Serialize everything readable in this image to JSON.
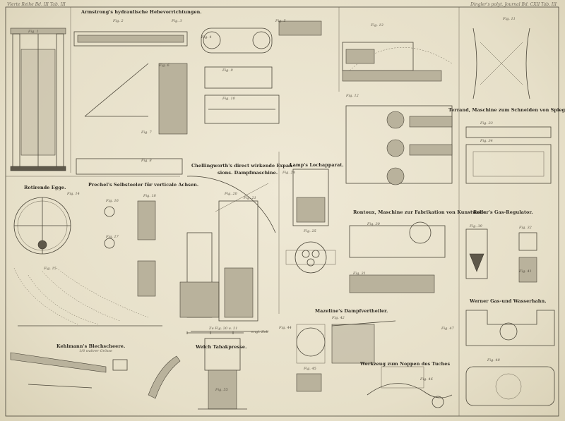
{
  "header": {
    "left": "Vierte Reihe Bd. III Tab. III",
    "right": "Dingler's polyt. Journal Bd. CXII Tab. III"
  },
  "captions": {
    "armstrong": "Armstrong's hydraulische Hebevorrichtungen.",
    "egge": "Rotirende Egge.",
    "prechel": "Prechel's Selbstoeler für verticale Achsen.",
    "chellingworth_1": "Chellingworth's direct wirkende Expan -",
    "chellingworth_2": "sions. Dampfmaschine.",
    "lamp": "Lamp's Lochapparat.",
    "terrand": "Terrand, Maschine zum Schneiden von Spiegelglas.",
    "rontoux": "Rontoux, Maschine zur Fabrikation von Kunstwolle.",
    "roder": "Roder's Gas-Regulator.",
    "werner": "Werner Gas-und Wasserhahn.",
    "mazeline": "Mazeline's Dampfvertheiler.",
    "kehlmann": "Kehlmann's Blechscheere.",
    "welch": "Welch Tabakpresse.",
    "werkzeug": "Werkzeug zum Noppen des Tuches",
    "scale_label": "Zu Fig. 20 u. 21",
    "scale_unit": "engl. Zoll",
    "scale_note": "1/8 wahrer Grösse"
  },
  "figures": [
    "Fig. 1",
    "Fig. 2",
    "Fig. 3",
    "Fig. 4",
    "Fig. 5",
    "Fig. 6",
    "Fig. 7",
    "Fig. 8",
    "Fig. 9",
    "Fig. 10",
    "Fig. 11",
    "Fig. 12",
    "Fig. 13",
    "Fig. 14",
    "Fig. 15",
    "Fig. 16",
    "Fig. 17",
    "Fig. 18",
    "Fig. 20",
    "Fig. 21",
    "Fig. 24",
    "Fig. 25",
    "Fig. 30",
    "Fig. 31",
    "Fig. 32",
    "Fig. 33",
    "Fig. 34",
    "Fig. 39",
    "Fig. 41",
    "Fig. 42",
    "Fig. 44",
    "Fig. 45",
    "Fig. 46",
    "Fig. 47",
    "Fig. 48",
    "Fig. 55"
  ]
}
